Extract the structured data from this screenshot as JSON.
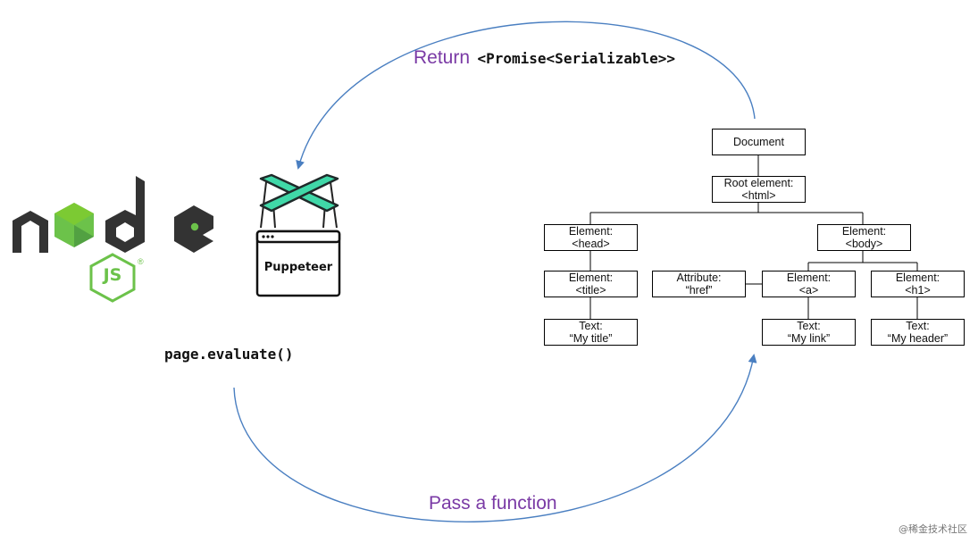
{
  "caption": {
    "return_word": "Return",
    "return_type": "<Promise<Serializable>>",
    "evaluate_call": "page.evaluate()",
    "pass_function": "Pass a function"
  },
  "logos": {
    "node_icon": "nodejs-logo-icon",
    "js_badge": "JS",
    "registered_mark": "®",
    "puppeteer_label": "Puppeteer"
  },
  "dom_tree": {
    "document": "Document",
    "root": {
      "line1": "Root element:",
      "line2": "<html>"
    },
    "head": {
      "line1": "Element:",
      "line2": "<head>"
    },
    "body": {
      "line1": "Element:",
      "line2": "<body>"
    },
    "title": {
      "line1": "Element:",
      "line2": "<title>"
    },
    "attribute": {
      "line1": "Attribute:",
      "line2": "“href”"
    },
    "a": {
      "line1": "Element:",
      "line2": "<a>"
    },
    "h1": {
      "line1": "Element:",
      "line2": "<h1>"
    },
    "text_title": {
      "line1": "Text:",
      "line2": "“My title”"
    },
    "text_link": {
      "line1": "Text:",
      "line2": "“My link”"
    },
    "text_header": {
      "line1": "Text:",
      "line2": "“My header”"
    }
  },
  "colors": {
    "arrow": "#4a7fc1",
    "caption_purple": "#7a3aa5",
    "node_dark": "#333333",
    "node_green": "#6cc24a",
    "puppeteer_green": "#40d8a8"
  },
  "watermark": "@稀金技术社区"
}
